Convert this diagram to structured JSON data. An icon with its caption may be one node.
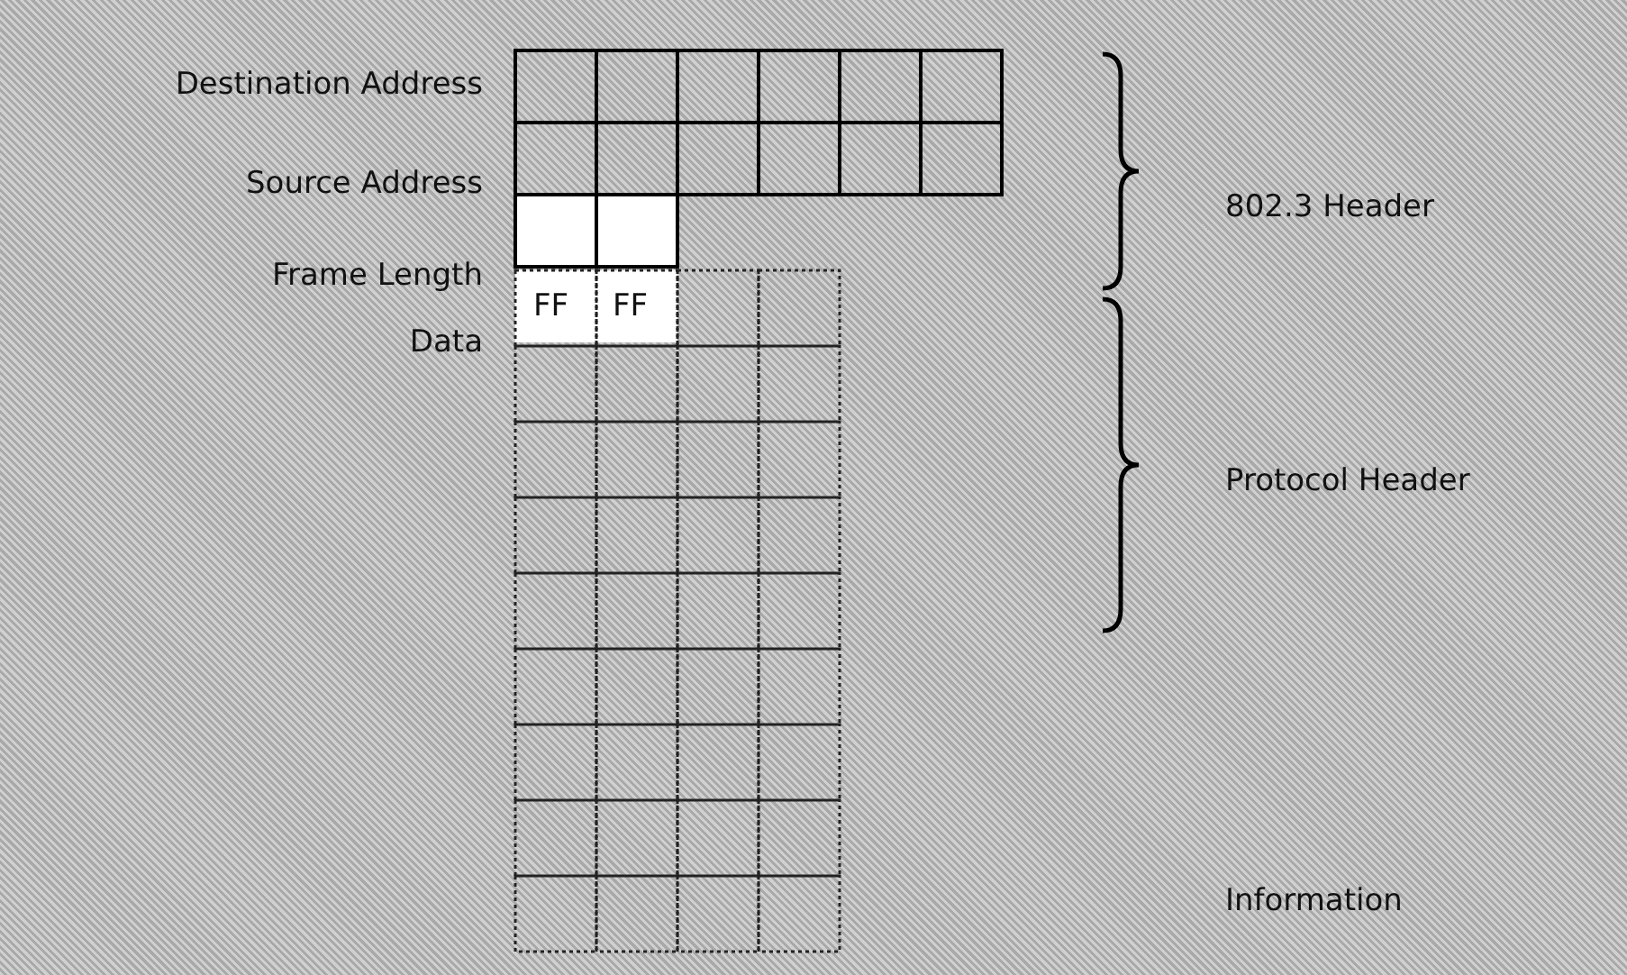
{
  "diagram": {
    "labels": [
      "Destination Address",
      "Source Address",
      "802.3 Header",
      "Frame Length",
      "Data",
      "FF",
      "FF",
      "Protocol Header",
      "Information"
    ]
  }
}
